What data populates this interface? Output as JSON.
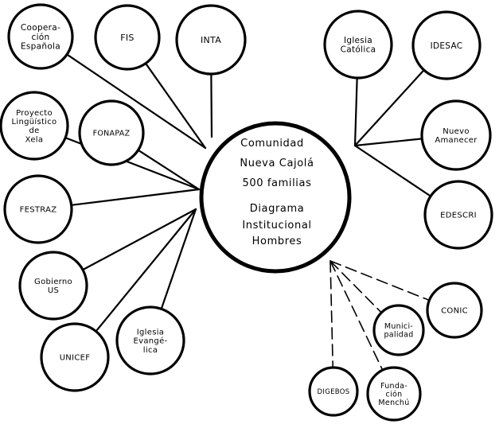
{
  "diagram": {
    "type": "institutional-diagram",
    "colors": {
      "stroke": "#000000",
      "background": "#ffffff"
    },
    "center": {
      "id": "comunidad",
      "lines": [
        "Comunidad",
        "Nueva Cajolá",
        "500 familias",
        "Diagrama",
        "Institucional",
        "Hombres"
      ]
    },
    "nodes": [
      {
        "id": "cooperacion-espanola",
        "lines": [
          "Coopera-",
          "ción",
          "Española"
        ],
        "link": "solid"
      },
      {
        "id": "fis",
        "lines": [
          "FIS"
        ],
        "link": "solid"
      },
      {
        "id": "inta",
        "lines": [
          "INTA"
        ],
        "link": "solid"
      },
      {
        "id": "proyecto-linguistico-xela",
        "lines": [
          "Proyecto",
          "Lingüístico",
          "de",
          "Xela"
        ],
        "link": "solid"
      },
      {
        "id": "fonapaz",
        "lines": [
          "FONAPAZ"
        ],
        "link": "solid"
      },
      {
        "id": "festraz",
        "lines": [
          "FESTRAZ"
        ],
        "link": "solid"
      },
      {
        "id": "gobierno-us",
        "lines": [
          "Gobierno",
          "US"
        ],
        "link": "solid"
      },
      {
        "id": "unicef",
        "lines": [
          "UNICEF"
        ],
        "link": "solid"
      },
      {
        "id": "iglesia-evangelica",
        "lines": [
          "Iglesia",
          "Evangé-",
          "lica"
        ],
        "link": "solid"
      },
      {
        "id": "iglesia-catolica",
        "lines": [
          "Iglesia",
          "Católica"
        ],
        "link": "solid"
      },
      {
        "id": "idesac",
        "lines": [
          "IDESAC"
        ],
        "link": "solid"
      },
      {
        "id": "nuevo-amanecer",
        "lines": [
          "Nuevo",
          "Amanecer"
        ],
        "link": "solid"
      },
      {
        "id": "edescri",
        "lines": [
          "EDESCRI"
        ],
        "link": "solid"
      },
      {
        "id": "conic",
        "lines": [
          "CONIC"
        ],
        "link": "dashed"
      },
      {
        "id": "municipalidad",
        "lines": [
          "Munici-",
          "palidad"
        ],
        "link": "dashed"
      },
      {
        "id": "digebos",
        "lines": [
          "DIGEBOS"
        ],
        "link": "dashed"
      },
      {
        "id": "fundacion-menchu",
        "lines": [
          "Funda-",
          "ción",
          "Menchú"
        ],
        "link": "dashed"
      }
    ]
  }
}
